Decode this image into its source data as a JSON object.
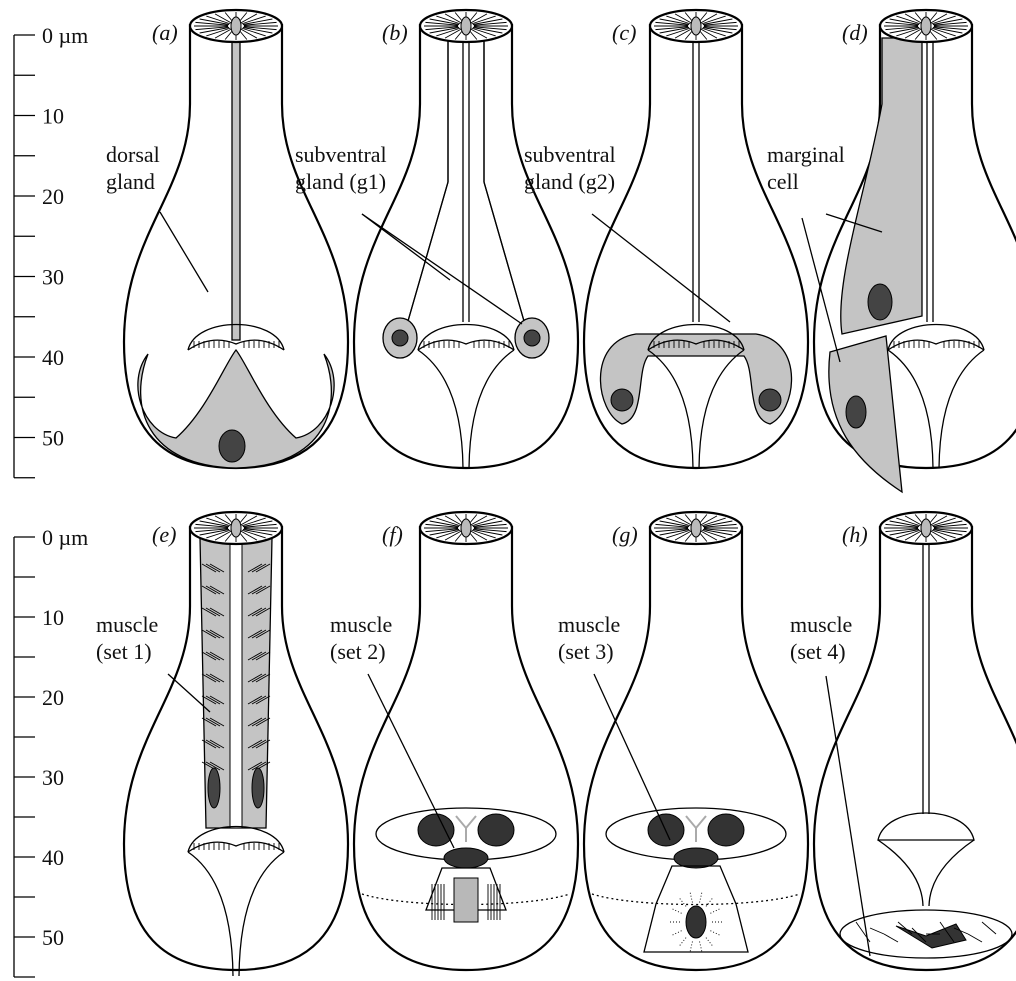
{
  "scale": {
    "unit_label": "0 µm",
    "ticks": [
      "10",
      "20",
      "30",
      "40",
      "50"
    ]
  },
  "panels": [
    {
      "id": "a",
      "label": "(a)",
      "annotation": [
        "dorsal",
        "gland"
      ]
    },
    {
      "id": "b",
      "label": "(b)",
      "annotation": [
        "subventral",
        "gland (g1)"
      ]
    },
    {
      "id": "c",
      "label": "(c)",
      "annotation": [
        "subventral",
        "gland (g2)"
      ]
    },
    {
      "id": "d",
      "label": "(d)",
      "annotation": [
        "marginal",
        "cell"
      ]
    },
    {
      "id": "e",
      "label": "(e)",
      "annotation": [
        "muscle",
        "(set 1)"
      ]
    },
    {
      "id": "f",
      "label": "(f)",
      "annotation": [
        "muscle",
        "(set 2)"
      ]
    },
    {
      "id": "g",
      "label": "(g)",
      "annotation": [
        "muscle",
        "(set 3)"
      ]
    },
    {
      "id": "h",
      "label": "(h)",
      "annotation": [
        "muscle",
        "(set 4)"
      ]
    }
  ],
  "colors": {
    "structure_fill": "#c4c4c4",
    "nucleus_fill": "#444444",
    "outline": "#000000"
  }
}
